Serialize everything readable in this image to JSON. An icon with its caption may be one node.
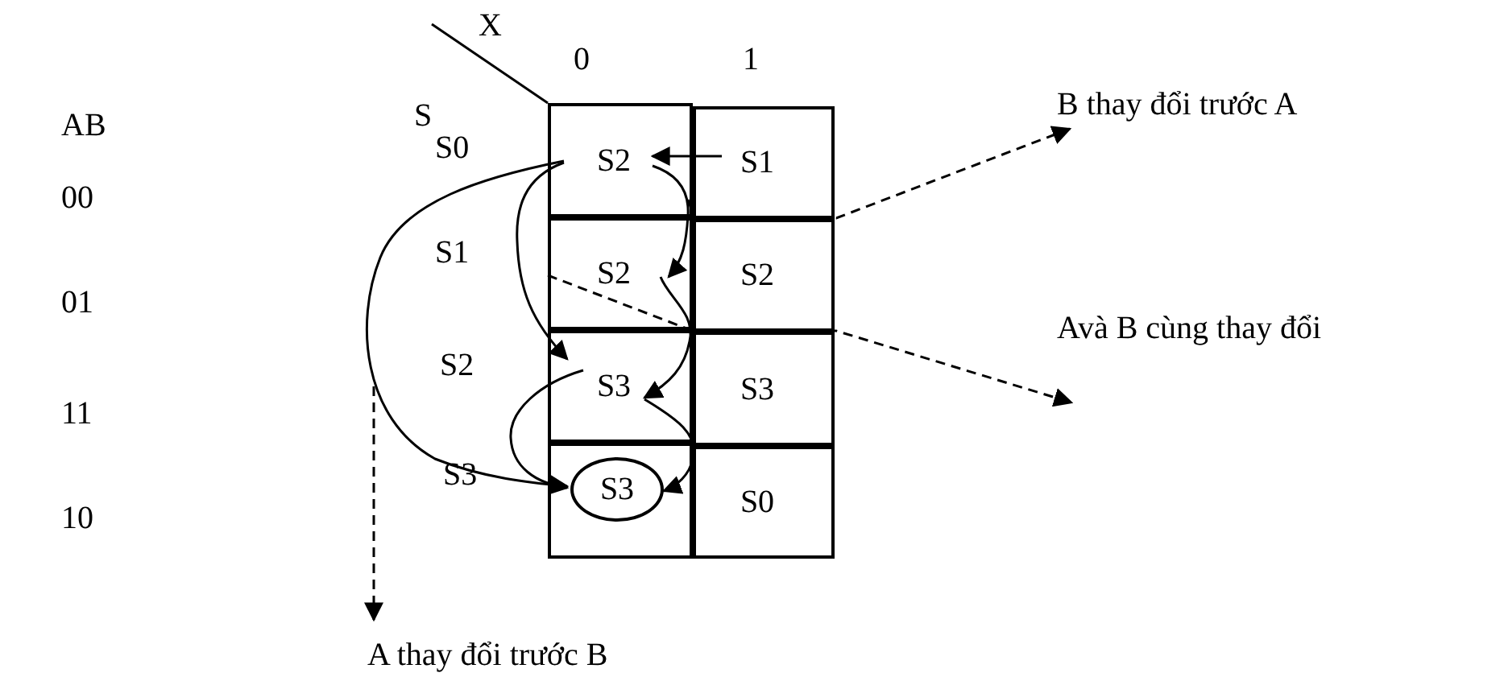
{
  "diagram": {
    "nodes": [
      {
        "text": [
          "S2"
        ]
      },
      {
        "text": [
          "S1"
        ]
      },
      {
        "text": [
          "S2"
        ]
      },
      {
        "text": [
          "S2"
        ]
      },
      {
        "text": [
          "S3"
        ]
      },
      {
        "text": [
          "S3"
        ]
      },
      {
        "text": [],
        "shape": "box"
      },
      {
        "text": [
          "S3"
        ],
        "in": 6
      },
      {
        "text": [
          "S0"
        ]
      },
      {
        "text": [
          "B thay đổi trước A"
        ]
      },
      {
        "text": [
          "Avà B cùng thay đổi"
        ]
      },
      {
        "text": [
          "A thay đổi trước B"
        ]
      }
    ],
    "edges": [
      {
        "from": 1,
        "to": 0,
        "arrow": "to"
      },
      {
        "from": 0,
        "to": 2,
        "arrow": "to"
      },
      {
        "from": 2,
        "to": 4,
        "arrow": "to"
      },
      {
        "from": 4,
        "to": 7,
        "arrow": "to"
      },
      {
        "from": 0,
        "to": 4,
        "arrow": "to"
      },
      {
        "from": 4,
        "to": 7,
        "arrow": "to"
      },
      {
        "from": 0,
        "to": 7,
        "arrow": "to"
      },
      {
        "from": 0,
        "to": 9,
        "arrow": "to",
        "style": "dashed"
      },
      {
        "from": 2,
        "to": 10,
        "arrow": "to",
        "style": "dashed"
      },
      {
        "from": null,
        "to": 11,
        "arrow": "to",
        "style": "dashed"
      }
    ],
    "labels": [
      "AB",
      "00",
      "01",
      "11",
      "10",
      "S",
      "X",
      "0",
      "1",
      "S0",
      "S1",
      "S2",
      "S3"
    ]
  }
}
